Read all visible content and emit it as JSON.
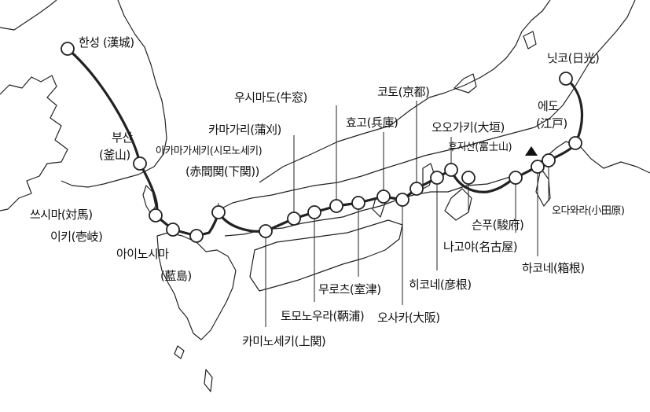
{
  "stations": [
    {
      "id": "hanseong",
      "label": "한성 (漢城)"
    },
    {
      "id": "busan_1",
      "label": "부산"
    },
    {
      "id": "busan_2",
      "label": "(釜山)"
    },
    {
      "id": "tsushima",
      "label": "쓰시마(対馬)"
    },
    {
      "id": "iki",
      "label": "이키(壱岐)"
    },
    {
      "id": "ainoshima_1",
      "label": "아이노시마"
    },
    {
      "id": "ainoshima_2",
      "label": "(藍島)"
    },
    {
      "id": "akamagaseki_1",
      "label": "아카마가세키(시모노세키)"
    },
    {
      "id": "akamagaseki_2",
      "label": "(赤間関(下関))"
    },
    {
      "id": "kaminoseki",
      "label": "카미노세키(上関)"
    },
    {
      "id": "kamagari",
      "label": "카마가리(蒲刈)"
    },
    {
      "id": "tomonoura",
      "label": "토모노우라(鞆浦)"
    },
    {
      "id": "ushimado",
      "label": "우시마도(牛窓)"
    },
    {
      "id": "murotsu",
      "label": "무로츠(室津)"
    },
    {
      "id": "hyogo",
      "label": "효고(兵庫)"
    },
    {
      "id": "osaka",
      "label": "오사카(大阪)"
    },
    {
      "id": "kyoto",
      "label": "코토(京都)"
    },
    {
      "id": "hikone",
      "label": "히코네(彦根)"
    },
    {
      "id": "ogaki",
      "label": "오오가키(大垣)"
    },
    {
      "id": "nagoya",
      "label": "나고야(名古屋)"
    },
    {
      "id": "fuji",
      "label": "후지산(富士山)"
    },
    {
      "id": "sunpu",
      "label": "슨푸(駿府)"
    },
    {
      "id": "hakone",
      "label": "하코네(箱根)"
    },
    {
      "id": "odawara",
      "label": "오다와라(小田原)"
    },
    {
      "id": "edo_1",
      "label": "에도"
    },
    {
      "id": "edo_2",
      "label": "(江戸)"
    },
    {
      "id": "nikko",
      "label": "닛코(日光)"
    }
  ]
}
